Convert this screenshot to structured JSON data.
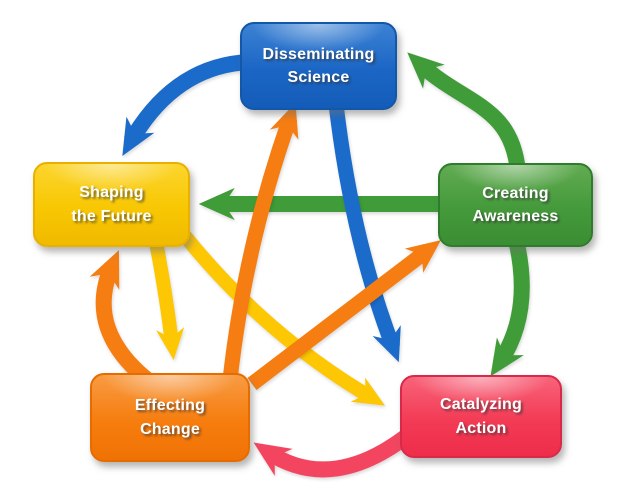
{
  "diagram": {
    "type": "cycle-diagram",
    "background": "#ffffff",
    "colors": {
      "blue": "#1b6bca",
      "green": "#3f9c38",
      "yellow": "#fdc704",
      "orange": "#f57d12",
      "red": "#f44560"
    },
    "nodes": [
      {
        "id": "disseminating-science",
        "label": "Disseminating\nScience",
        "color": "#1b66c5"
      },
      {
        "id": "shaping-the-future",
        "label": "Shaping\nthe Future",
        "color": "#f8c702"
      },
      {
        "id": "creating-awareness",
        "label": "Creating\nAwareness",
        "color": "#449a3b"
      },
      {
        "id": "effecting-change",
        "label": "Effecting\nChange",
        "color": "#f67d0e"
      },
      {
        "id": "catalyzing-action",
        "label": "Catalyzing\nAction",
        "color": "#f33b55"
      }
    ],
    "arrows": [
      {
        "from": "creating-awareness",
        "to": "shaping-the-future",
        "color": "#3f9c38"
      },
      {
        "from": "creating-awareness",
        "to": "disseminating-science",
        "color": "#3f9c38"
      },
      {
        "from": "creating-awareness",
        "to": "catalyzing-action",
        "color": "#3f9c38"
      },
      {
        "from": "shaping-the-future",
        "to": "effecting-change",
        "color": "#fdc704"
      },
      {
        "from": "shaping-the-future",
        "to": "catalyzing-action",
        "color": "#fdc704"
      },
      {
        "from": "disseminating-science",
        "to": "shaping-the-future",
        "color": "#1b6bca"
      },
      {
        "from": "disseminating-science",
        "to": "catalyzing-action",
        "color": "#1b6bca"
      },
      {
        "from": "effecting-change",
        "to": "shaping-the-future",
        "color": "#f57d12"
      },
      {
        "from": "effecting-change",
        "to": "disseminating-science",
        "color": "#f57d12"
      },
      {
        "from": "effecting-change",
        "to": "creating-awareness",
        "color": "#f57d12"
      },
      {
        "from": "catalyzing-action",
        "to": "effecting-change",
        "color": "#f44560"
      }
    ]
  }
}
